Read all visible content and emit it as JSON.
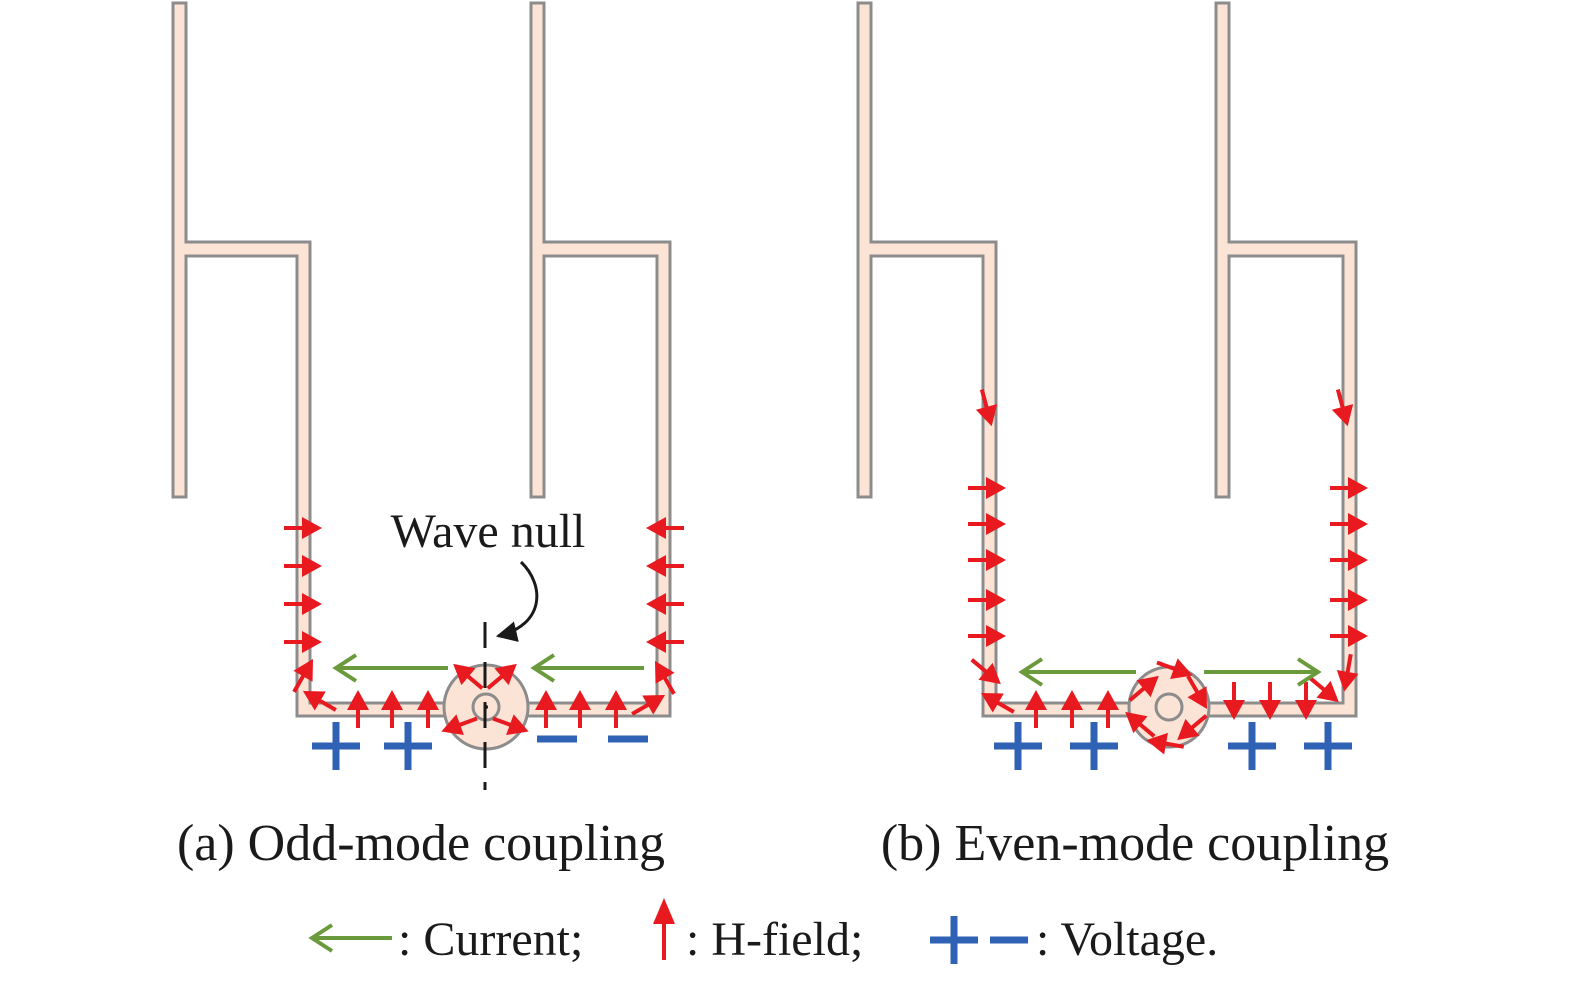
{
  "panel_a": {
    "caption": "(a) Odd-mode coupling",
    "annotation": "Wave null",
    "voltage_left": [
      "+",
      "+"
    ],
    "voltage_right": [
      "−",
      "−"
    ]
  },
  "panel_b": {
    "caption": "(b) Even-mode coupling",
    "voltage_left": [
      "+",
      "+"
    ],
    "voltage_right": [
      "+",
      "+"
    ]
  },
  "legend": {
    "current": ": Current;",
    "hfield": ": H-field;",
    "voltage": ": Voltage."
  },
  "colors": {
    "resonator_fill": "#fbe3d6",
    "resonator_stroke": "#8c8c8c",
    "hfield": "#e8191f",
    "current": "#6a9a3c",
    "voltage": "#2f62b4",
    "text": "#1a1a1a"
  }
}
